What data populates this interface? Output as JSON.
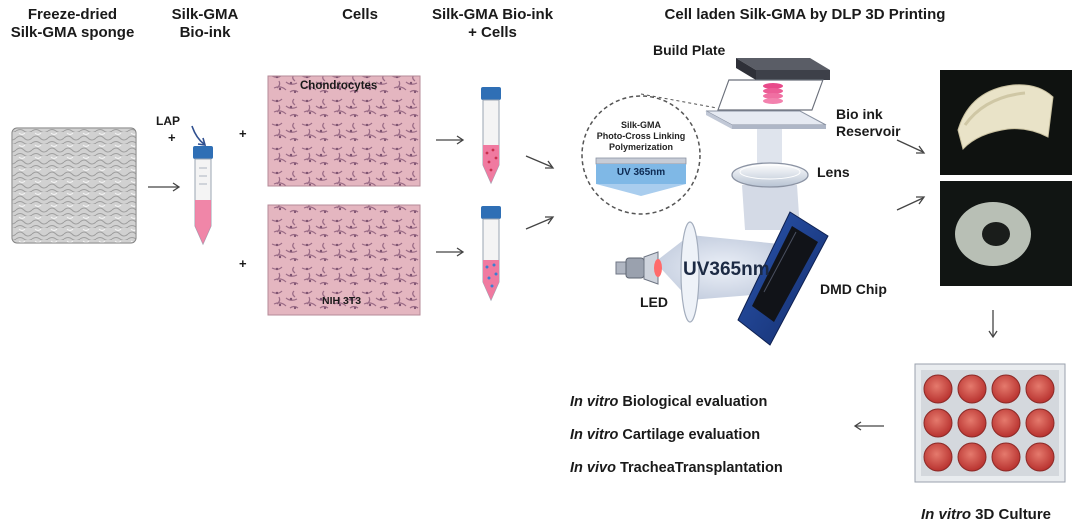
{
  "titles": {
    "sponge": [
      "Freeze-dried",
      "Silk-GMA  sponge"
    ],
    "bioink": [
      "Silk-GMA",
      "Bio-ink"
    ],
    "cells": "Cells",
    "bioink_cells": [
      "Silk-GMA Bio-ink",
      "+ Cells"
    ],
    "printing": "Cell laden Silk-GMA by DLP 3D Printing"
  },
  "labels": {
    "lap": "LAP",
    "plus": "+",
    "chondrocytes": "Chondrocytes",
    "nih3t3": "NIH 3T3",
    "build_plate": "Build Plate",
    "reservoir": [
      "Bio ink",
      "Reservoir"
    ],
    "lens": "Lens",
    "led": "LED",
    "uv_beam": "UV365nm",
    "dmd_chip": "DMD Chip",
    "zoom": [
      "Silk-GMA",
      "Photo-Cross Linking",
      "Polymerization"
    ],
    "uv_bar": "UV 365nm",
    "culture": [
      "In vitro",
      " 3D Culture"
    ]
  },
  "evaluations": [
    {
      "italic": "In vitro",
      "rest": " Biological evaluation"
    },
    {
      "italic": "In vitro",
      "rest": " Cartilage evaluation"
    },
    {
      "italic": "In vivo",
      "rest": " TracheaTransplantation"
    }
  ],
  "colors": {
    "arrow": "#444444",
    "cell_bg": "#e4b6c0",
    "tube_cap": "#2f6fb5",
    "tube_fill": "#f07aa0",
    "uv_bar": "#7fb8e6",
    "dmd": "#1e3f8f",
    "culture_fill": "#c9433f"
  }
}
